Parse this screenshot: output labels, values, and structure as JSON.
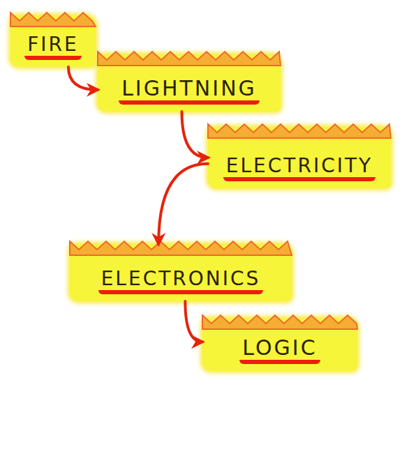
{
  "diagram": {
    "nodes": [
      {
        "text": [
          "FIRE"
        ]
      },
      {
        "text": [
          "LIGHTNING"
        ]
      },
      {
        "text": [
          "ELECTRICITY"
        ]
      },
      {
        "text": [
          "ELECTRONICS"
        ]
      },
      {
        "text": [
          "LOGIC"
        ]
      }
    ],
    "edges": [
      {
        "from": 0,
        "to": 1,
        "arrow": "to"
      },
      {
        "from": 1,
        "to": 2,
        "arrow": "to"
      },
      {
        "from": 2,
        "to": 3,
        "arrow": "to"
      },
      {
        "from": 3,
        "to": 4,
        "arrow": "to"
      }
    ]
  }
}
